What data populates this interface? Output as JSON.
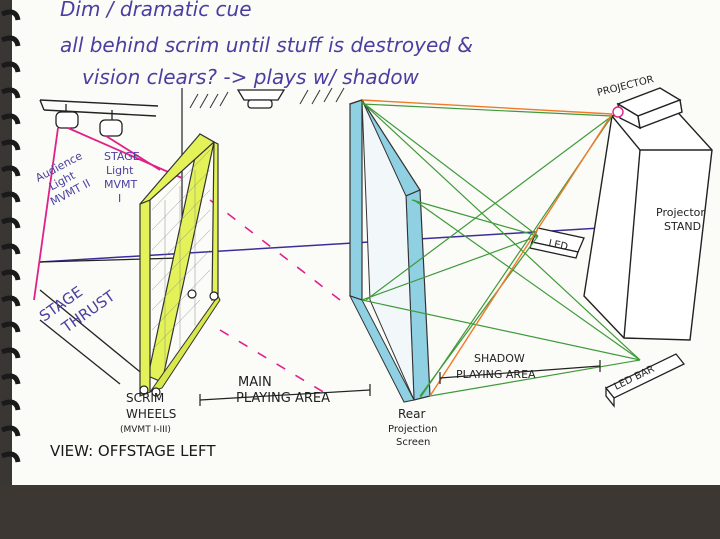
{
  "notes": {
    "line1": "Dim / dramatic cue",
    "line2": "all behind scrim until stuff is destroyed &",
    "line3": "vision clears? -> plays w/ shadow"
  },
  "labels": {
    "audience_light": [
      "Audience",
      "Light",
      "MVMT II"
    ],
    "stage_light": [
      "STAGE",
      "Light",
      "MVMT",
      "I"
    ],
    "stage_thrust": [
      "STAGE",
      "THRUST"
    ],
    "scrim": "SCRIM",
    "wheels": "WHEELS",
    "wheels_sub": "(MVMT I-III)",
    "main_playing_area": [
      "MAIN",
      "PLAYING AREA"
    ],
    "rear_projection_screen": [
      "Rear",
      "Projection",
      "Screen"
    ],
    "shadow_playing_area": [
      "SHADOW",
      "PLAYING AREA"
    ],
    "led": "LED",
    "led_bar": "LED BAR",
    "projector": "PROJECTOR",
    "projector_stand": [
      "Projector",
      "STAND"
    ],
    "view": "VIEW: OFFSTAGE LEFT"
  },
  "colors": {
    "ink": "#2b2b2b",
    "purple_ink": "#4a3fa0",
    "magenta": "#e0218a",
    "scrim_yellow": "#e4f25a",
    "screen_blue": "#8fd0e2",
    "green_beam": "#3f9a3a",
    "orange_beam": "#f07a2a",
    "paper": "#fdfdfb"
  }
}
